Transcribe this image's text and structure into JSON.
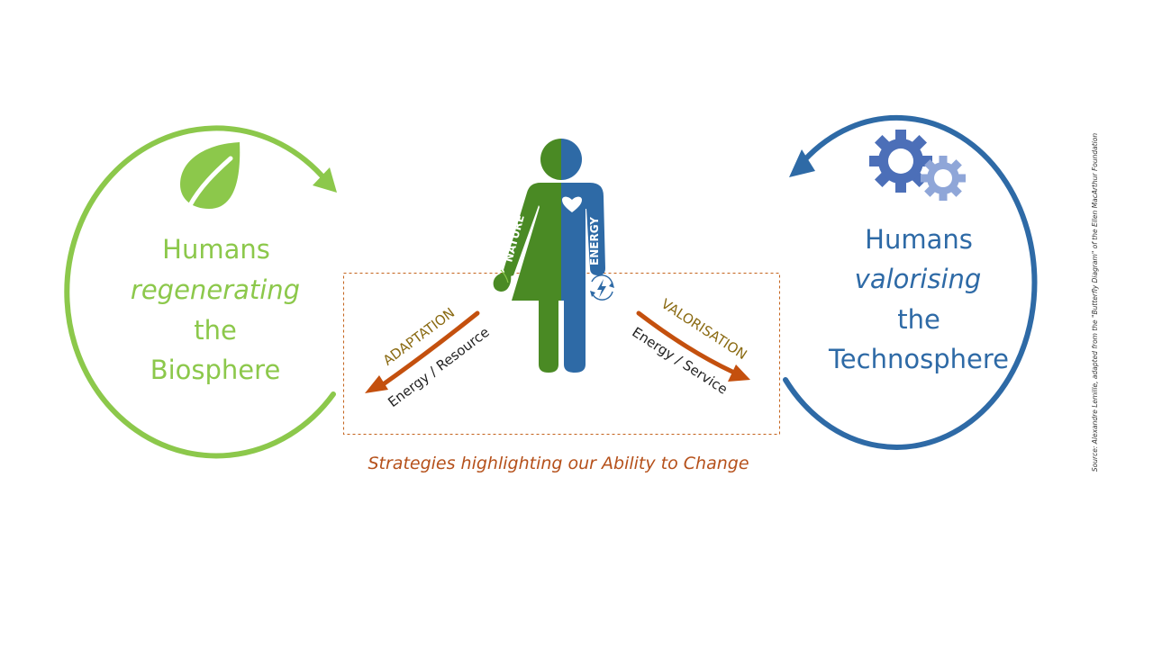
{
  "left_cycle": {
    "line1": "Humans",
    "line2": "regenerating",
    "line3": "the",
    "line4": "Biosphere",
    "color": "#8cc84b",
    "icon": "leaf-icon"
  },
  "right_cycle": {
    "line1": "Humans",
    "line2": "valorising",
    "line3": "the",
    "line4": "Technosphere",
    "color": "#2e6aa6",
    "icon": "gears-icon"
  },
  "figure": {
    "left_label": "NATURE",
    "right_label": "ENERGY",
    "left_color": "#4a8a24",
    "right_color": "#2e6aa6",
    "left_icon": "leaf-icon",
    "right_icon": "lightning-icon",
    "heart_icon": "heart-icon"
  },
  "strategies": {
    "adaptation_title": "ADAPTATION",
    "adaptation_sub": "Energy / Resource",
    "valorisation_title": "VALORISATION",
    "valorisation_sub": "Energy / Service",
    "title_color": "#8a6a12",
    "arrow_color": "#c4500e",
    "caption": "Strategies highlighting our Ability to Change",
    "caption_color": "#b5501a"
  },
  "source": "Source: Alexandre Lemille, adapted from the \"Butterfly Diagram\" of the Ellen MacArthur Foundation"
}
